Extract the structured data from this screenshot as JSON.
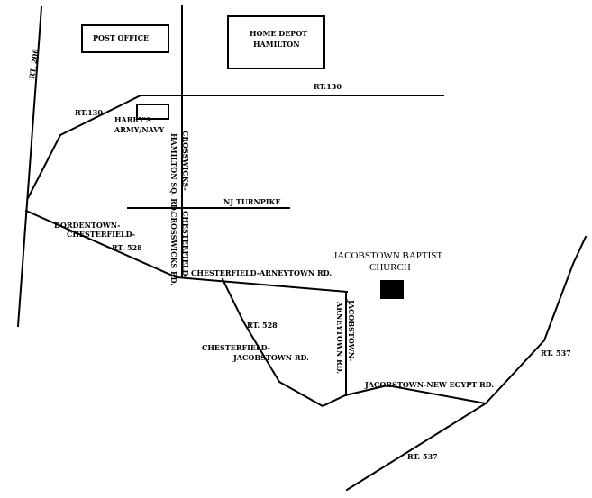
{
  "labels": {
    "post_office": "POST OFFICE",
    "home_depot_1": "HOME DEPOT",
    "home_depot_2": "HAMILTON",
    "rt206": "RT. 206",
    "rt130_west": "RT.130",
    "rt130_east": "RT.130",
    "harrys_1": "HARRY'S",
    "harrys_2": "ARMY/NAVY",
    "crosswicks_hamilton_1": "CROSSWICKS-",
    "crosswicks_hamilton_2": "HAMILTON SQ. RD.",
    "nj_turnpike": "NJ TURNPIKE",
    "chesterfield_crosswicks_1": "CHESTERFIELD-",
    "chesterfield_crosswicks_2": "CROSSWICKS RD.",
    "bordentown_1": "BORDENTOWN-",
    "bordentown_2": "CHESTERFIELD-",
    "rt528_west": "RT. 528",
    "chesterfield_arneytown": "CHESTERFIELD-ARNEYTOWN RD.",
    "church_1": "JACOBSTOWN BAPTIST",
    "church_2": "CHURCH",
    "rt528_south": "RT. 528",
    "chesterfield_jacobstown_1": "CHESTERFIELD-",
    "chesterfield_jacobstown_2": "JACOBSTOWN RD.",
    "jacobstown_arneytown_1": "JACOBSTOWN-",
    "jacobstown_arneytown_2": "ARNEYTOWN RD.",
    "jacobstown_newegypt": "JACOBSTOWN-NEW EGYPT RD.",
    "rt537_east": "RT. 537",
    "rt537_south": "RT. 537"
  },
  "colors": {
    "ink": "#000000",
    "background": "#ffffff"
  },
  "icons": {
    "church": "church-marker-icon"
  }
}
